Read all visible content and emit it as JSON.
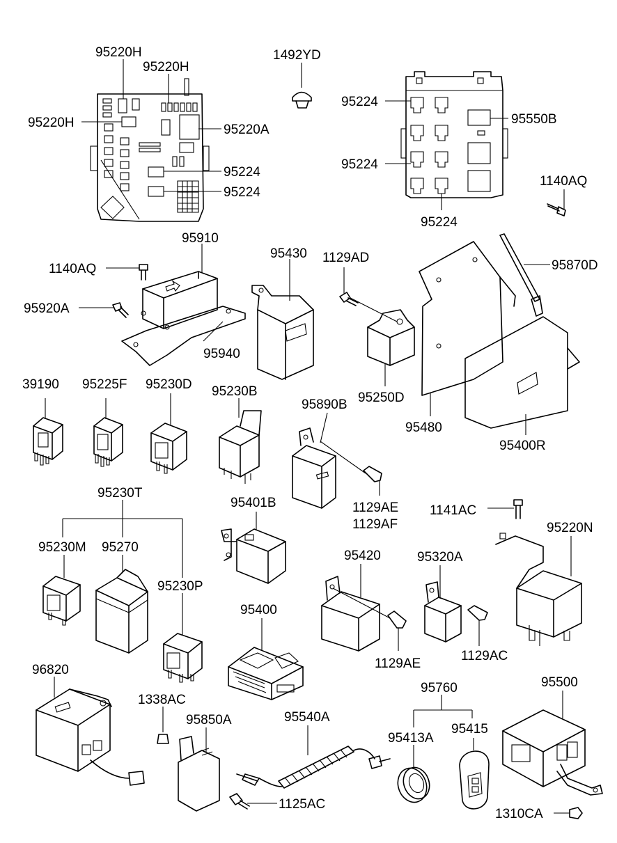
{
  "labels": {
    "l95220H_a": "95220H",
    "l95220H_b": "95220H",
    "l95220H_c": "95220H",
    "l95220A": "95220A",
    "l95224_a": "95224",
    "l95224_b": "95224",
    "l1492YD": "1492YD",
    "l95224_c": "95224",
    "l95224_d": "95224",
    "l95224_e": "95224",
    "l95550B": "95550B",
    "l1140AQ_a": "1140AQ",
    "l95910": "95910",
    "l1140AQ_b": "1140AQ",
    "l95920A": "95920A",
    "l95940": "95940",
    "l95430": "95430",
    "l1129AD": "1129AD",
    "l95250D": "95250D",
    "l95870D": "95870D",
    "l95480": "95480",
    "l95400R": "95400R",
    "l39190": "39190",
    "l95225F": "95225F",
    "l95230D": "95230D",
    "l95230B": "95230B",
    "l95890B": "95890B",
    "l1129AE_a": "1129AE",
    "l1129AF": "1129AF",
    "l1141AC": "1141AC",
    "l95230T": "95230T",
    "l95401B": "95401B",
    "l95220N": "95220N",
    "l95230M": "95230M",
    "l95270": "95270",
    "l95230P": "95230P",
    "l95420": "95420",
    "l95320A": "95320A",
    "l1129AE_b": "1129AE",
    "l1129AC": "1129AC",
    "l95400": "95400",
    "l96820": "96820",
    "l1338AC": "1338AC",
    "l95850A": "95850A",
    "l95540A": "95540A",
    "l95760": "95760",
    "l95500": "95500",
    "l95413A": "95413A",
    "l95415": "95415",
    "l1125AC": "1125AC",
    "l1310CA": "1310CA"
  }
}
